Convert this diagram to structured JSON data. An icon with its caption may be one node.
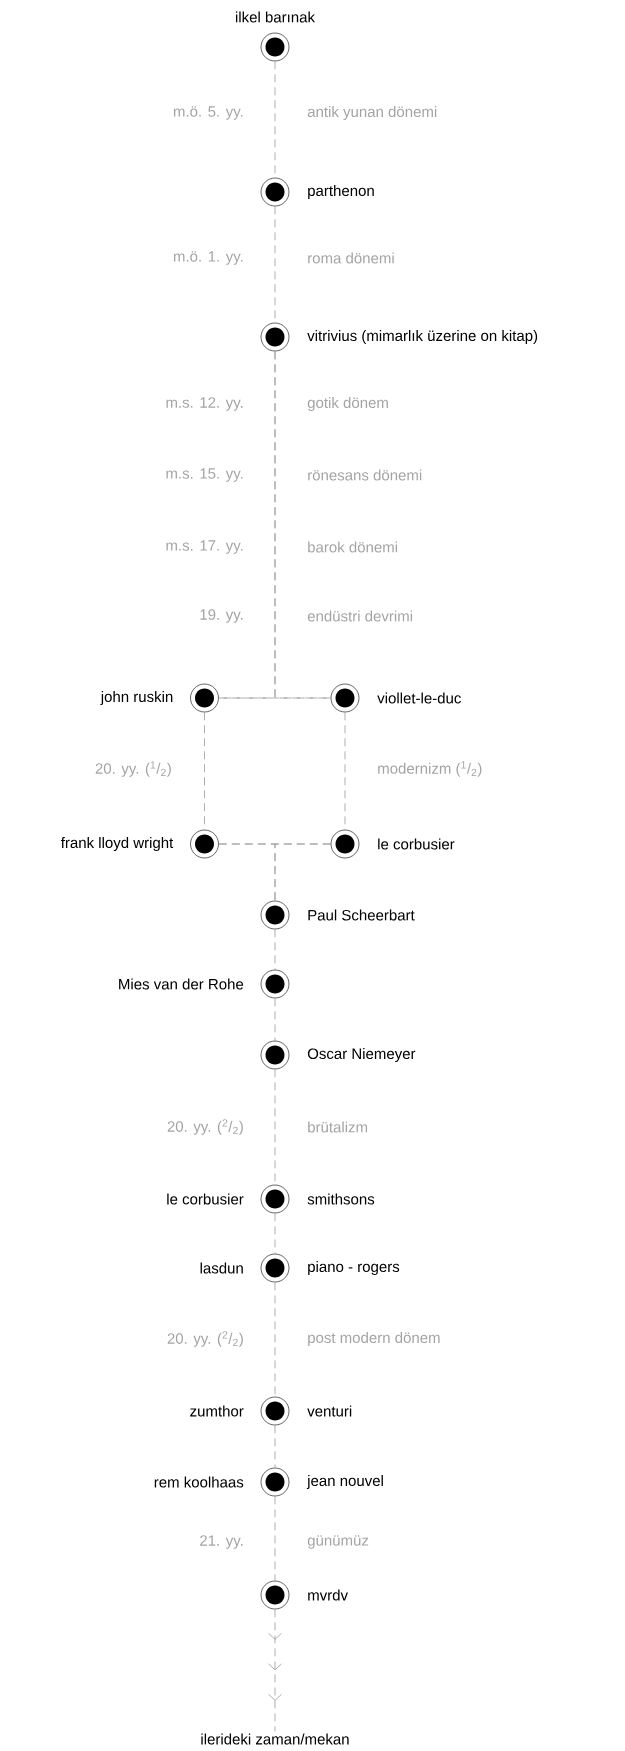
{
  "diagram": {
    "nodes": [
      {
        "text": [],
        "shape": "circle",
        "beside": [
          "ilkel barınak"
        ]
      },
      {
        "text": [],
        "shape": "circle",
        "beside": [
          "parthenon"
        ]
      },
      {
        "text": [],
        "shape": "circle",
        "beside": [
          "vitrivius (mimarlık üzerine on kitap)"
        ]
      },
      {
        "text": [],
        "shape": "circle",
        "beside": [
          "john ruskin"
        ]
      },
      {
        "text": [],
        "shape": "circle",
        "beside": [
          "viollet-le-duc"
        ]
      },
      {
        "text": [],
        "shape": "circle",
        "beside": [
          "frank lloyd wright"
        ]
      },
      {
        "text": [],
        "shape": "circle",
        "beside": [
          "le corbusier"
        ]
      },
      {
        "text": [],
        "shape": "circle",
        "beside": [
          "Paul Scheerbart"
        ]
      },
      {
        "text": [],
        "shape": "circle",
        "beside": [
          "Mies van der Rohe"
        ]
      },
      {
        "text": [],
        "shape": "circle",
        "beside": [
          "Oscar Niemeyer"
        ]
      },
      {
        "text": [],
        "shape": "circle",
        "beside": [
          "le corbusier",
          "smithsons"
        ]
      },
      {
        "text": [],
        "shape": "circle",
        "beside": [
          "lasdun",
          "piano - rogers"
        ]
      },
      {
        "text": [],
        "shape": "circle",
        "beside": [
          "zumthor",
          "venturi"
        ]
      },
      {
        "text": [],
        "shape": "circle",
        "beside": [
          "rem koolhaas",
          "jean nouvel"
        ]
      },
      {
        "text": [],
        "shape": "circle",
        "beside": [
          "mvrdv"
        ]
      },
      {
        "text": [
          "ilerideki zaman/mekan"
        ]
      }
    ],
    "edges": [
      {
        "from": 0,
        "to": 1,
        "arrow": "none"
      },
      {
        "from": 1,
        "to": 2,
        "arrow": "none"
      },
      {
        "from": 2,
        "to": 3,
        "arrow": "none"
      },
      {
        "from": 2,
        "to": 4,
        "arrow": "none"
      },
      {
        "from": 3,
        "to": 4,
        "arrow": "none"
      },
      {
        "from": 3,
        "to": 5,
        "arrow": "none"
      },
      {
        "from": 4,
        "to": 6,
        "arrow": "none"
      },
      {
        "from": 5,
        "to": 6,
        "arrow": "none"
      },
      {
        "from": 5,
        "to": 7,
        "arrow": "none"
      },
      {
        "from": 6,
        "to": 7,
        "arrow": "none"
      },
      {
        "from": 7,
        "to": 8,
        "arrow": "none"
      },
      {
        "from": 8,
        "to": 9,
        "arrow": "none"
      },
      {
        "from": 9,
        "to": 10,
        "arrow": "none"
      },
      {
        "from": 10,
        "to": 11,
        "arrow": "none"
      },
      {
        "from": 11,
        "to": 12,
        "arrow": "none"
      },
      {
        "from": 12,
        "to": 13,
        "arrow": "none"
      },
      {
        "from": 13,
        "to": 14,
        "arrow": "none"
      },
      {
        "from": 14,
        "to": 15,
        "arrow": "to"
      }
    ],
    "labels": [
      "m.ö. 5. yy.",
      "antik yunan dönemi",
      "m.ö. 1. yy.",
      "roma dönemi",
      "m.s. 12. yy.",
      "gotik dönem",
      "m.s. 15. yy.",
      "rönesans dönemi",
      "m.s. 17. yy.",
      "barok dönemi",
      "19. yy.",
      "endüstri devrimi",
      "20. yy. ($^{1}$/$_{2}$)",
      "modernizm ($^{1}$/$_{2}$)",
      "20. yy. ($^{2}$/$_{2}$)",
      "brütalizm",
      "20. yy. ($^{2}$/$_{2}$)",
      "post modern dönem",
      "21. yy.",
      "günümüz"
    ]
  }
}
